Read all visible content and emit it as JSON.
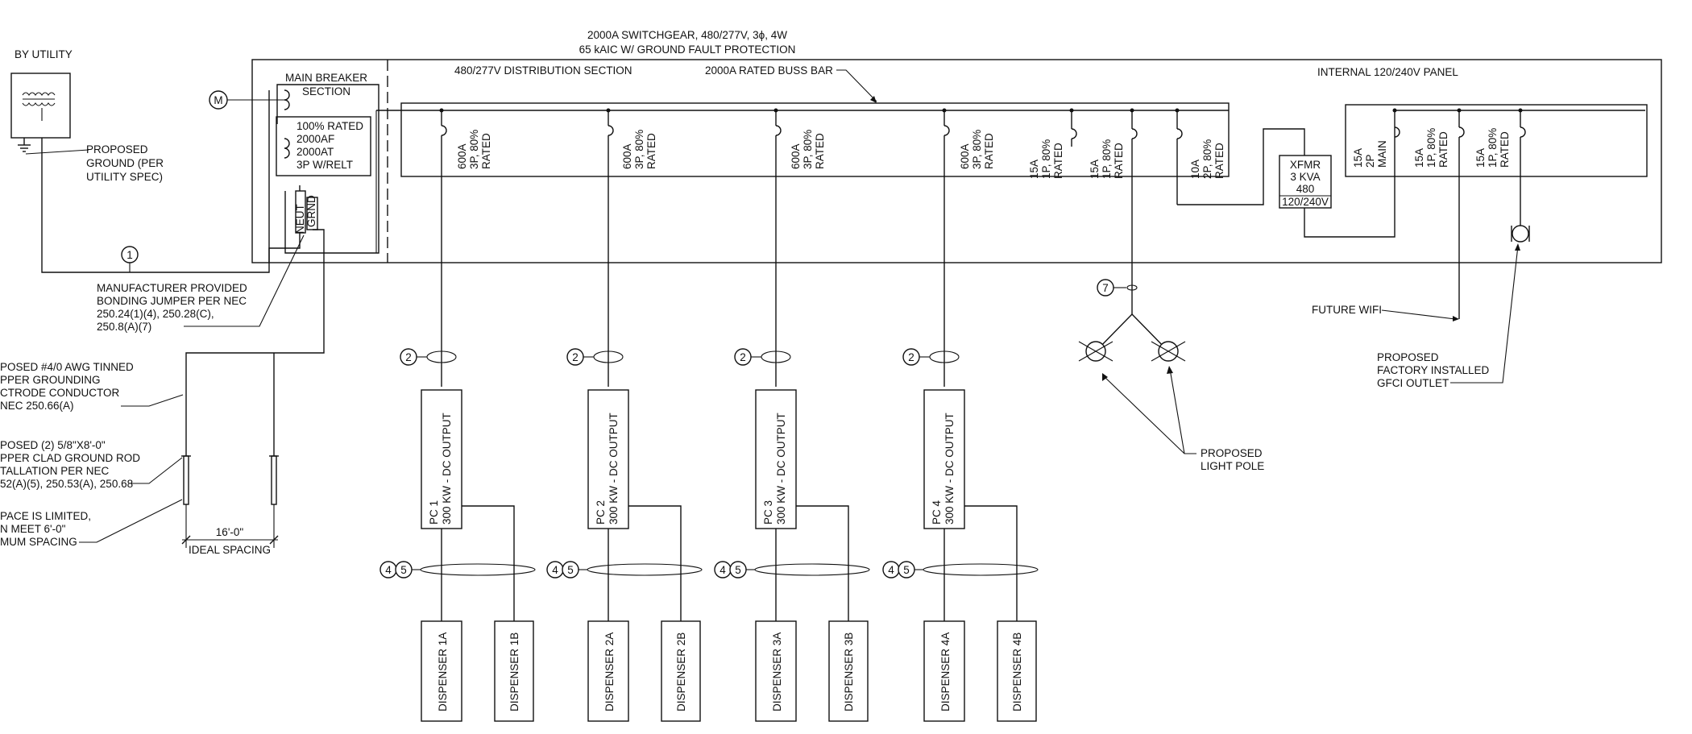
{
  "title": {
    "line1": "2000A SWITCHGEAR, 480/277V, 3ϕ, 4W",
    "line2": "65 kAIC W/ GROUND FAULT PROTECTION"
  },
  "utility": {
    "label": "BY UTILITY",
    "ground_note": [
      "PROPOSED",
      "GROUND (PER",
      "UTILITY SPEC)"
    ]
  },
  "main_breaker": {
    "title": [
      "MAIN BREAKER",
      "SECTION"
    ],
    "rating": [
      "100% RATED",
      "2000AF",
      "2000AT",
      "3P W/RELT"
    ],
    "meter": "M",
    "neut": "NEUT",
    "grnd": "GRND"
  },
  "distribution": {
    "title": "480/277V DISTRIBUTION SECTION",
    "buss_bar": "2000A RATED BUSS BAR",
    "breakers": [
      [
        "600A",
        "3P, 80%",
        "RATED"
      ],
      [
        "600A",
        "3P, 80%",
        "RATED"
      ],
      [
        "600A",
        "3P, 80%",
        "RATED"
      ],
      [
        "600A",
        "3P, 80%",
        "RATED"
      ],
      [
        "15A",
        "1P, 80%",
        "RATED"
      ],
      [
        "15A",
        "1P, 80%",
        "RATED"
      ],
      [
        "10A",
        "2P, 80%",
        "RATED"
      ]
    ]
  },
  "transformer": {
    "lines": [
      "XFMR",
      "3 KVA",
      "480",
      "120/240V"
    ]
  },
  "panel": {
    "title": "INTERNAL 120/240V PANEL",
    "breakers": [
      [
        "15A",
        "2P",
        "MAIN"
      ],
      [
        "15A",
        "1P, 80%",
        "RATED"
      ],
      [
        "15A",
        "1P, 80%",
        "RATED"
      ]
    ]
  },
  "bonding_note": [
    "MANUFACTURER PROVIDED",
    "BONDING JUMPER PER NEC",
    "250.24(1)(4), 250.28(C),",
    "250.8(A)(7)"
  ],
  "grounding": {
    "conductor_note": [
      "POSED #4/0 AWG TINNED",
      "PPER GROUNDING",
      "CTRODE CONDUCTOR",
      "NEC 250.66(A)"
    ],
    "rod_note": [
      "POSED (2) 5/8\"X8'-0\"",
      "PPER CLAD GROUND ROD",
      "TALLATION PER NEC",
      "52(A)(5), 250.53(A), 250.68"
    ],
    "space_note": [
      "PACE IS LIMITED,",
      "N MEET 6'-0\"",
      "MUM SPACING"
    ],
    "spacing": "16'-0\"",
    "spacing_label": "IDEAL SPACING"
  },
  "power_cabinets": [
    {
      "name": "PC 1",
      "output": "300 KW - DC OUTPUT",
      "dispensers": [
        "DISPENSER 1A",
        "DISPENSER 1B"
      ]
    },
    {
      "name": "PC 2",
      "output": "300 KW - DC OUTPUT",
      "dispensers": [
        "DISPENSER 2A",
        "DISPENSER 2B"
      ]
    },
    {
      "name": "PC 3",
      "output": "300 KW - DC OUTPUT",
      "dispensers": [
        "DISPENSER 3A",
        "DISPENSER 3B"
      ]
    },
    {
      "name": "PC 4",
      "output": "300 KW - DC OUTPUT",
      "dispensers": [
        "DISPENSER 4A",
        "DISPENSER 4B"
      ]
    }
  ],
  "callouts": {
    "bond": "1",
    "pc_feed": "2",
    "disp_a": "4",
    "disp_b": "5",
    "light": "7"
  },
  "light_pole_note": [
    "PROPOSED",
    "LIGHT POLE"
  ],
  "future_wifi": "FUTURE WIFI",
  "gfci_note": [
    "PROPOSED",
    "FACTORY INSTALLED",
    "GFCI OUTLET"
  ]
}
